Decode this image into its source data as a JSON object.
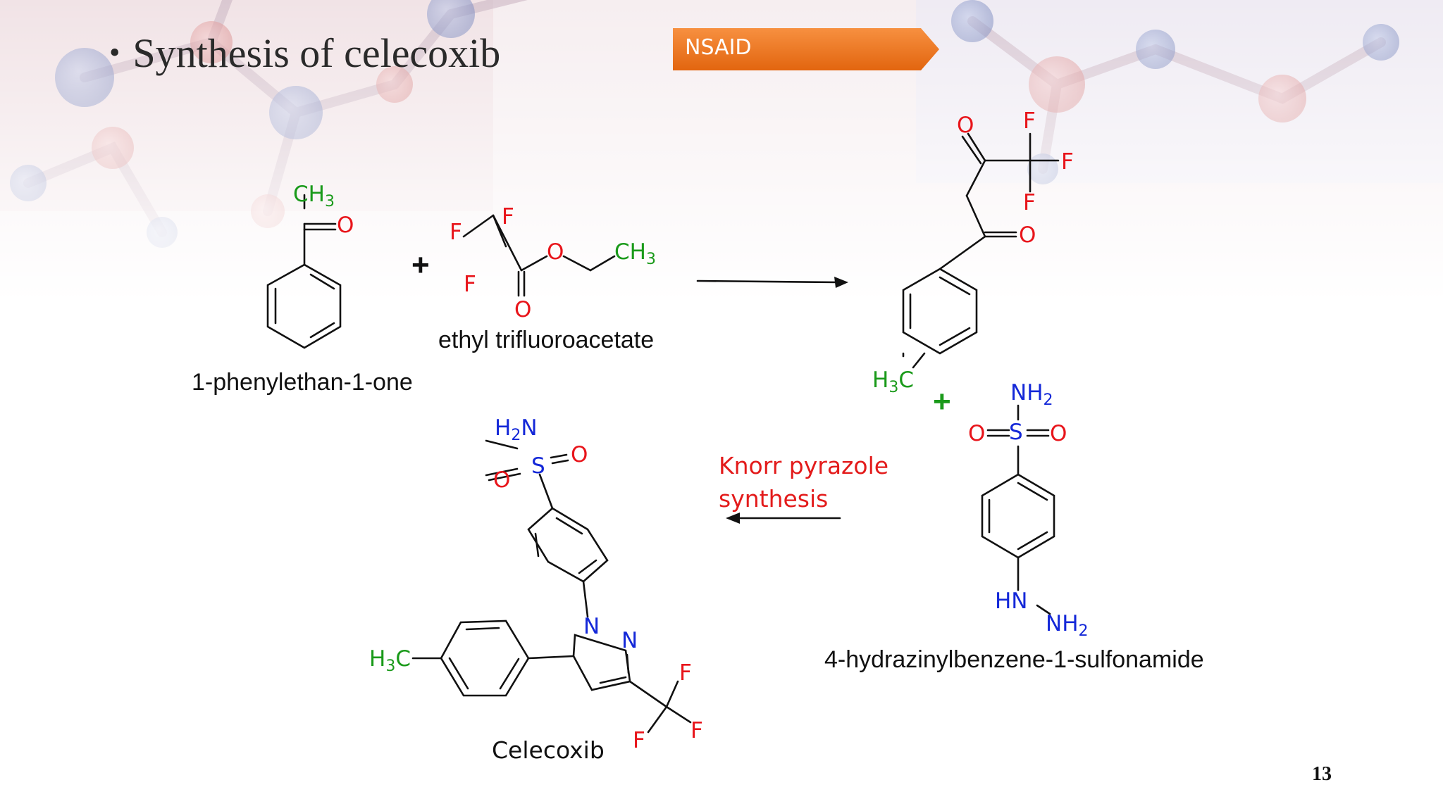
{
  "slide": {
    "title": "Synthesis of celecoxib",
    "badge": "NSAID",
    "page_number": "13"
  },
  "compounds": {
    "acetophenone": {
      "name": "1-phenylethan-1-one",
      "methyl": "CH",
      "methyl_sub": "3",
      "oxygen": "O"
    },
    "ester": {
      "name": "ethyl trifluoroacetate",
      "f1": "F",
      "f2": "F",
      "f3": "F",
      "o_ether": "O",
      "o_carbonyl": "O",
      "methyl": "CH",
      "methyl_sub": "3"
    },
    "diketone": {
      "o1": "O",
      "o2": "O",
      "f1": "F",
      "f2": "F",
      "f3": "F",
      "methyl_h": "H",
      "methyl_sub": "3",
      "methyl_c": "C"
    },
    "hydrazine": {
      "name": "4-hydrazinylbenzene-1-sulfonamide",
      "nh2_top": "NH",
      "nh2_top_sub": "2",
      "s": "S",
      "o_left": "O",
      "o_right": "O",
      "hn": "HN",
      "nh2": "NH",
      "nh2_sub": "2"
    },
    "celecoxib": {
      "name": "Celecoxib",
      "h2n_h": "H",
      "h2n_sub": "2",
      "h2n_n": "N",
      "s": "S",
      "o_right": "O",
      "o_left": "O",
      "n1": "N",
      "n2": "N",
      "f1": "F",
      "f2": "F",
      "f3": "F",
      "methyl_h": "H",
      "methyl_sub": "3",
      "methyl_c": "C"
    }
  },
  "reaction": {
    "plus_1": "+",
    "plus_2": "+",
    "step_label_line1": "Knorr pyrazole",
    "step_label_line2": "synthesis"
  },
  "colors": {
    "badge": "#f0731f",
    "oxygen_fluorine": "#e8151b",
    "carbon_methyl": "#1a9a1a",
    "nitrogen_sulfur": "#1428d8",
    "knorr_text": "#e31b1b",
    "bond": "#111111"
  },
  "icons": {
    "badge_shape": "arrow-pentagon-icon"
  }
}
